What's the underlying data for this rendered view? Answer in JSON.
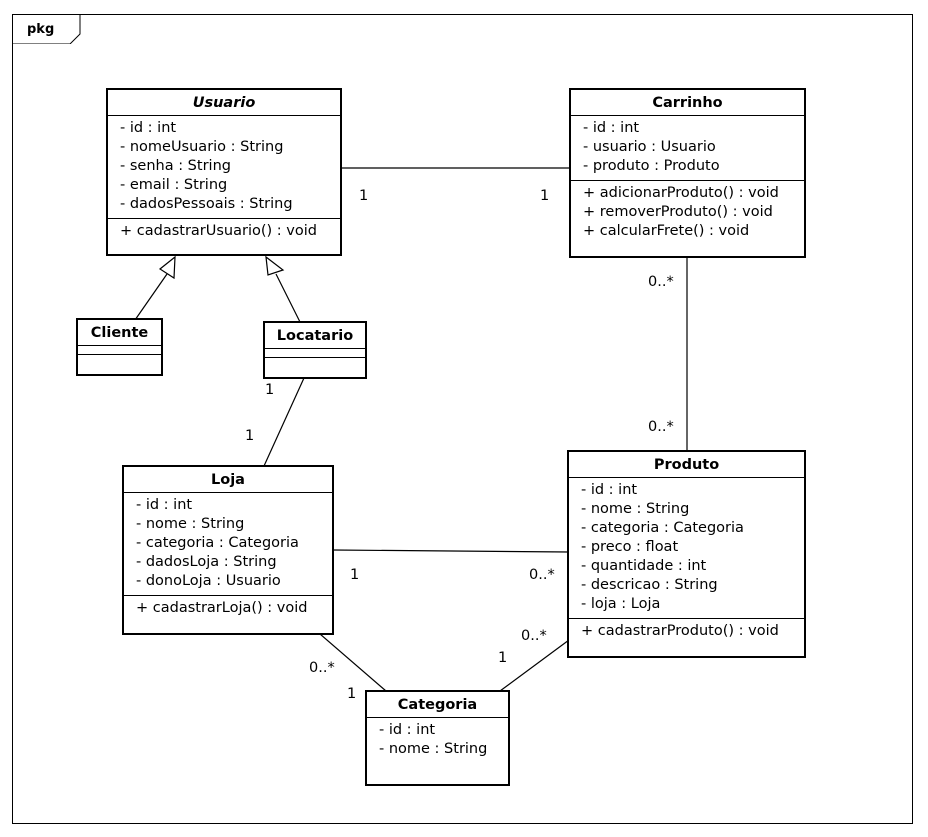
{
  "package": {
    "label": "pkg"
  },
  "classes": {
    "usuario": {
      "name": "Usuario",
      "attributes": [
        "- id : int",
        "- nomeUsuario : String",
        "- senha : String",
        "- email : String",
        "- dadosPessoais : String"
      ],
      "operations": [
        "+ cadastrarUsuario() : void"
      ]
    },
    "carrinho": {
      "name": "Carrinho",
      "attributes": [
        "- id : int",
        "- usuario : Usuario",
        "- produto : Produto"
      ],
      "operations": [
        "+ adicionarProduto() : void",
        "+ removerProduto() : void",
        "+ calcularFrete() : void"
      ]
    },
    "cliente": {
      "name": "Cliente",
      "attributes": [],
      "operations": []
    },
    "locatario": {
      "name": "Locatario",
      "attributes": [],
      "operations": []
    },
    "loja": {
      "name": "Loja",
      "attributes": [
        "- id : int",
        "- nome : String",
        "- categoria : Categoria",
        "- dadosLoja : String",
        "- donoLoja : Usuario"
      ],
      "operations": [
        "+ cadastrarLoja() : void"
      ]
    },
    "produto": {
      "name": "Produto",
      "attributes": [
        "- id : int",
        "- nome : String",
        "- categoria : Categoria",
        "- preco : float",
        "- quantidade : int",
        "- descricao : String",
        "- loja : Loja"
      ],
      "operations": [
        "+ cadastrarProduto() : void"
      ]
    },
    "categoria": {
      "name": "Categoria",
      "attributes": [
        "- id : int",
        "- nome : String"
      ],
      "operations": null
    }
  },
  "associations": {
    "usuario_carrinho": {
      "from_mult": "1",
      "to_mult": "1"
    },
    "carrinho_produto": {
      "from_mult": "0..*",
      "to_mult": "0..*"
    },
    "locatario_loja": {
      "from_mult": "1",
      "to_mult": "1"
    },
    "loja_produto": {
      "from_mult": "1",
      "to_mult": "0..*"
    },
    "loja_categoria": {
      "from_mult": "0..*",
      "to_mult": "1"
    },
    "produto_categoria": {
      "from_mult": "0..*",
      "to_mult": "1"
    }
  },
  "generalizations": {
    "cliente_usuario": {
      "type": "generalization"
    },
    "locatario_usuario": {
      "type": "generalization"
    }
  }
}
